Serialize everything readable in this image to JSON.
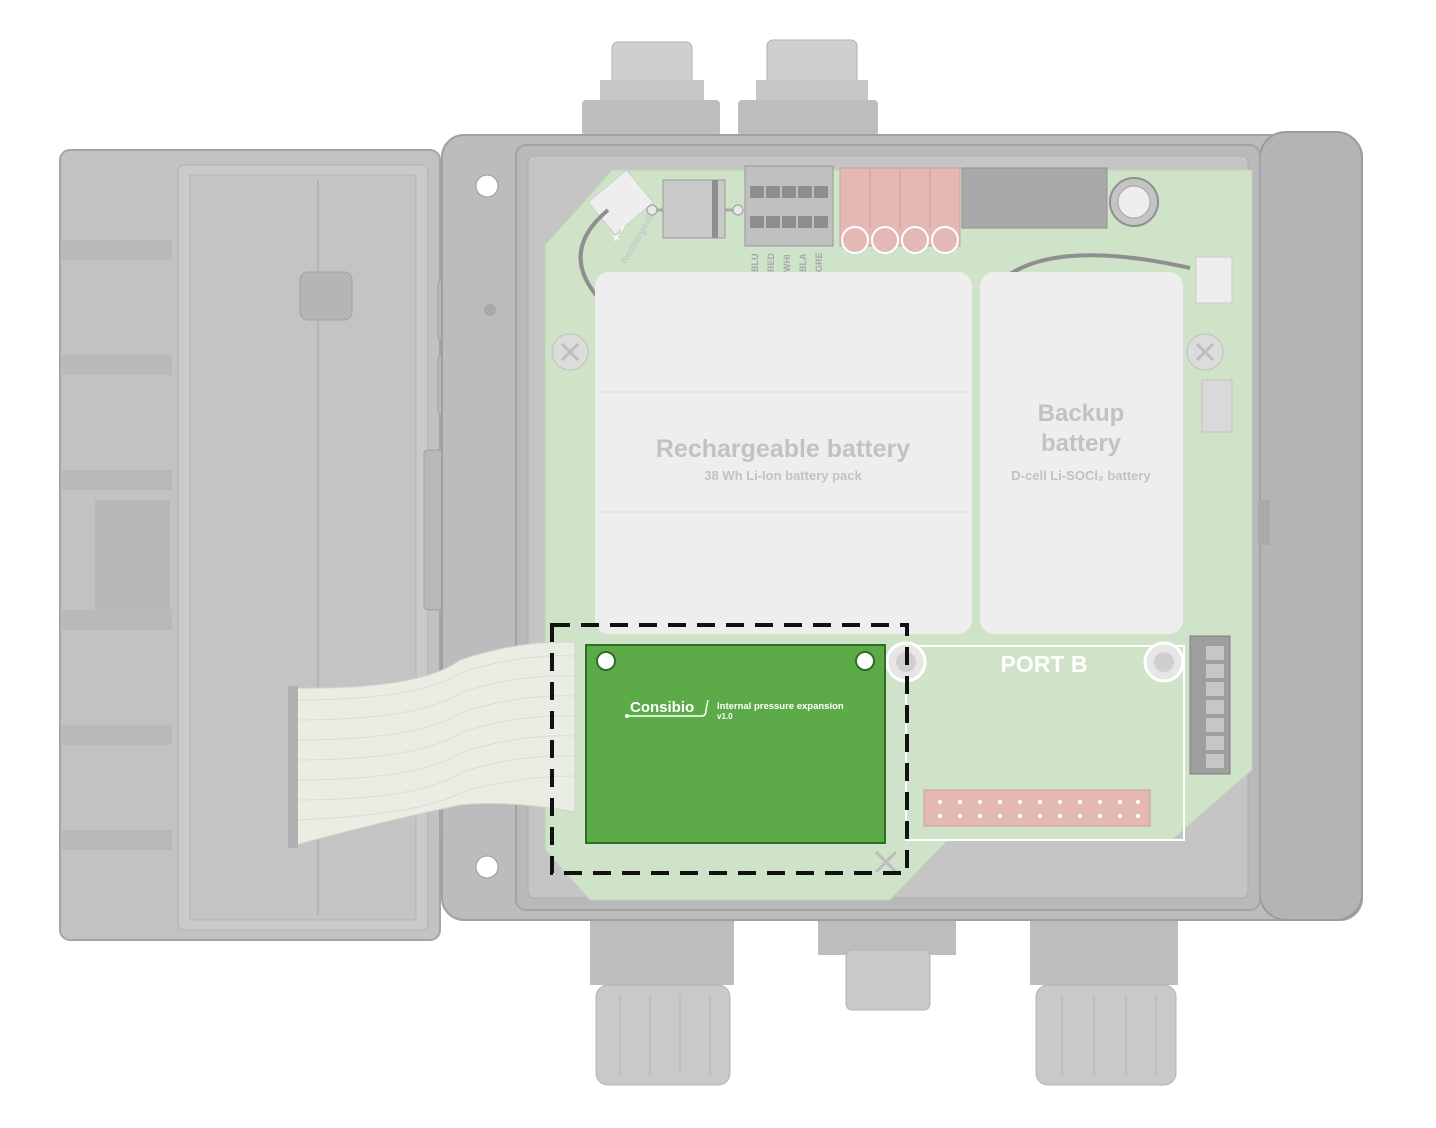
{
  "colors": {
    "enclosure": "#bdbdbd",
    "enclosure_dark": "#a9a9a9",
    "board": "#cfe3c8",
    "battery_cell": "#eeeeee",
    "expansion_board": "#5cab48",
    "dashed_outline": "#111111",
    "header_pins": "#e4b9b4",
    "label_text": "#c2c2c2",
    "port_label": "#ffffff"
  },
  "board_labels": {
    "battery_polarity": "+ –",
    "battery_connector": "Rechargeable",
    "wire_colors": [
      "BLU",
      "RED",
      "WHI",
      "BLA",
      "GRE"
    ]
  },
  "rechargeable_battery": {
    "title": "Rechargeable battery",
    "subtitle": "38 Wh Li-Ion battery pack"
  },
  "backup_battery": {
    "title_line1": "Backup",
    "title_line2": "battery",
    "subtitle": "D-cell Li-SOCl₂ battery"
  },
  "port_b": {
    "label": "PORT B"
  },
  "expansion": {
    "logo": "Consibio",
    "title": "Internal pressure expansion",
    "version": "v1.0"
  },
  "icons": {
    "mounting_screw": "x-screw-icon",
    "mounting_hole": "mounting-hole-icon",
    "standoff": "standoff-icon"
  }
}
